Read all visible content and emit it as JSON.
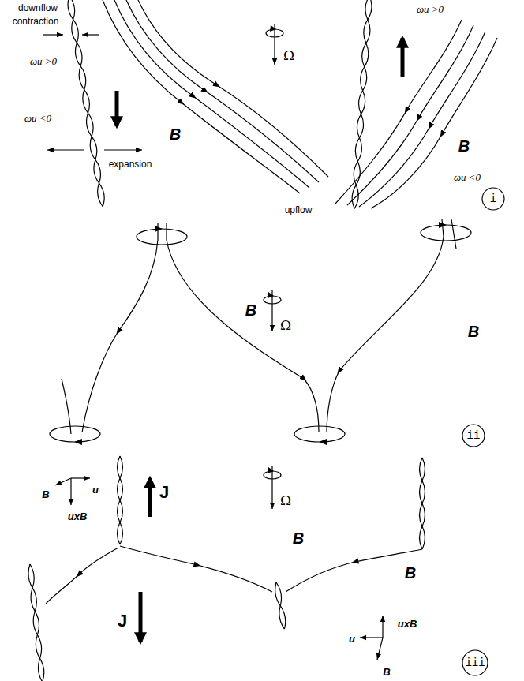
{
  "diagram": {
    "labels": [
      "downflow",
      "contraction",
      "ωu >0",
      "ωu <0",
      "expansion",
      "B",
      "Ω",
      "ωu >0",
      "B",
      "ωu <0",
      "upflow",
      "i",
      "Ω",
      "B",
      "B",
      "ii",
      "B",
      "u",
      "uxB",
      "J",
      "Ω",
      "B",
      "J",
      "B",
      "u",
      "uxB",
      "B",
      "iii"
    ]
  }
}
